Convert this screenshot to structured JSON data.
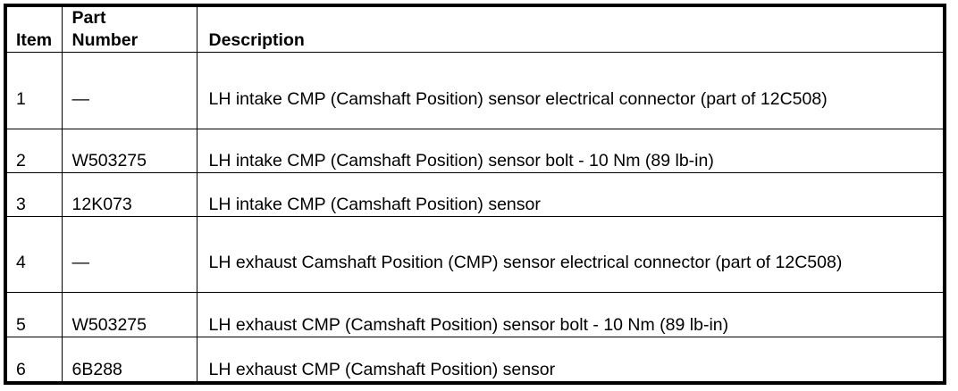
{
  "table": {
    "name": "parts-table",
    "columns": [
      {
        "key": "item",
        "header": "Item"
      },
      {
        "key": "part_number",
        "header_line1": "Part",
        "header_line2": "Number"
      },
      {
        "key": "description",
        "header": "Description"
      }
    ],
    "rows": [
      {
        "item": "1",
        "part_number": "—",
        "description": "LH intake CMP (Camshaft Position) sensor electrical connector (part of 12C508)",
        "wraps": true
      },
      {
        "item": "2",
        "part_number": "W503275",
        "description": "LH intake CMP (Camshaft Position) sensor bolt - 10 Nm (89 lb-in)",
        "wraps": false
      },
      {
        "item": "3",
        "part_number": "12K073",
        "description": "LH intake CMP (Camshaft Position) sensor",
        "wraps": false
      },
      {
        "item": "4",
        "part_number": "—",
        "description": "LH exhaust Camshaft Position (CMP) sensor electrical connector (part of 12C508)",
        "wraps": true
      },
      {
        "item": "5",
        "part_number": "W503275",
        "description": "LH exhaust CMP (Camshaft Position) sensor bolt - 10 Nm (89 lb-in)",
        "wraps": false
      },
      {
        "item": "6",
        "part_number": "6B288",
        "description": "LH exhaust CMP (Camshaft Position) sensor",
        "wraps": false
      }
    ]
  },
  "style": {
    "text_color": "#000000",
    "background": "#ffffff",
    "border_color": "#000000"
  }
}
